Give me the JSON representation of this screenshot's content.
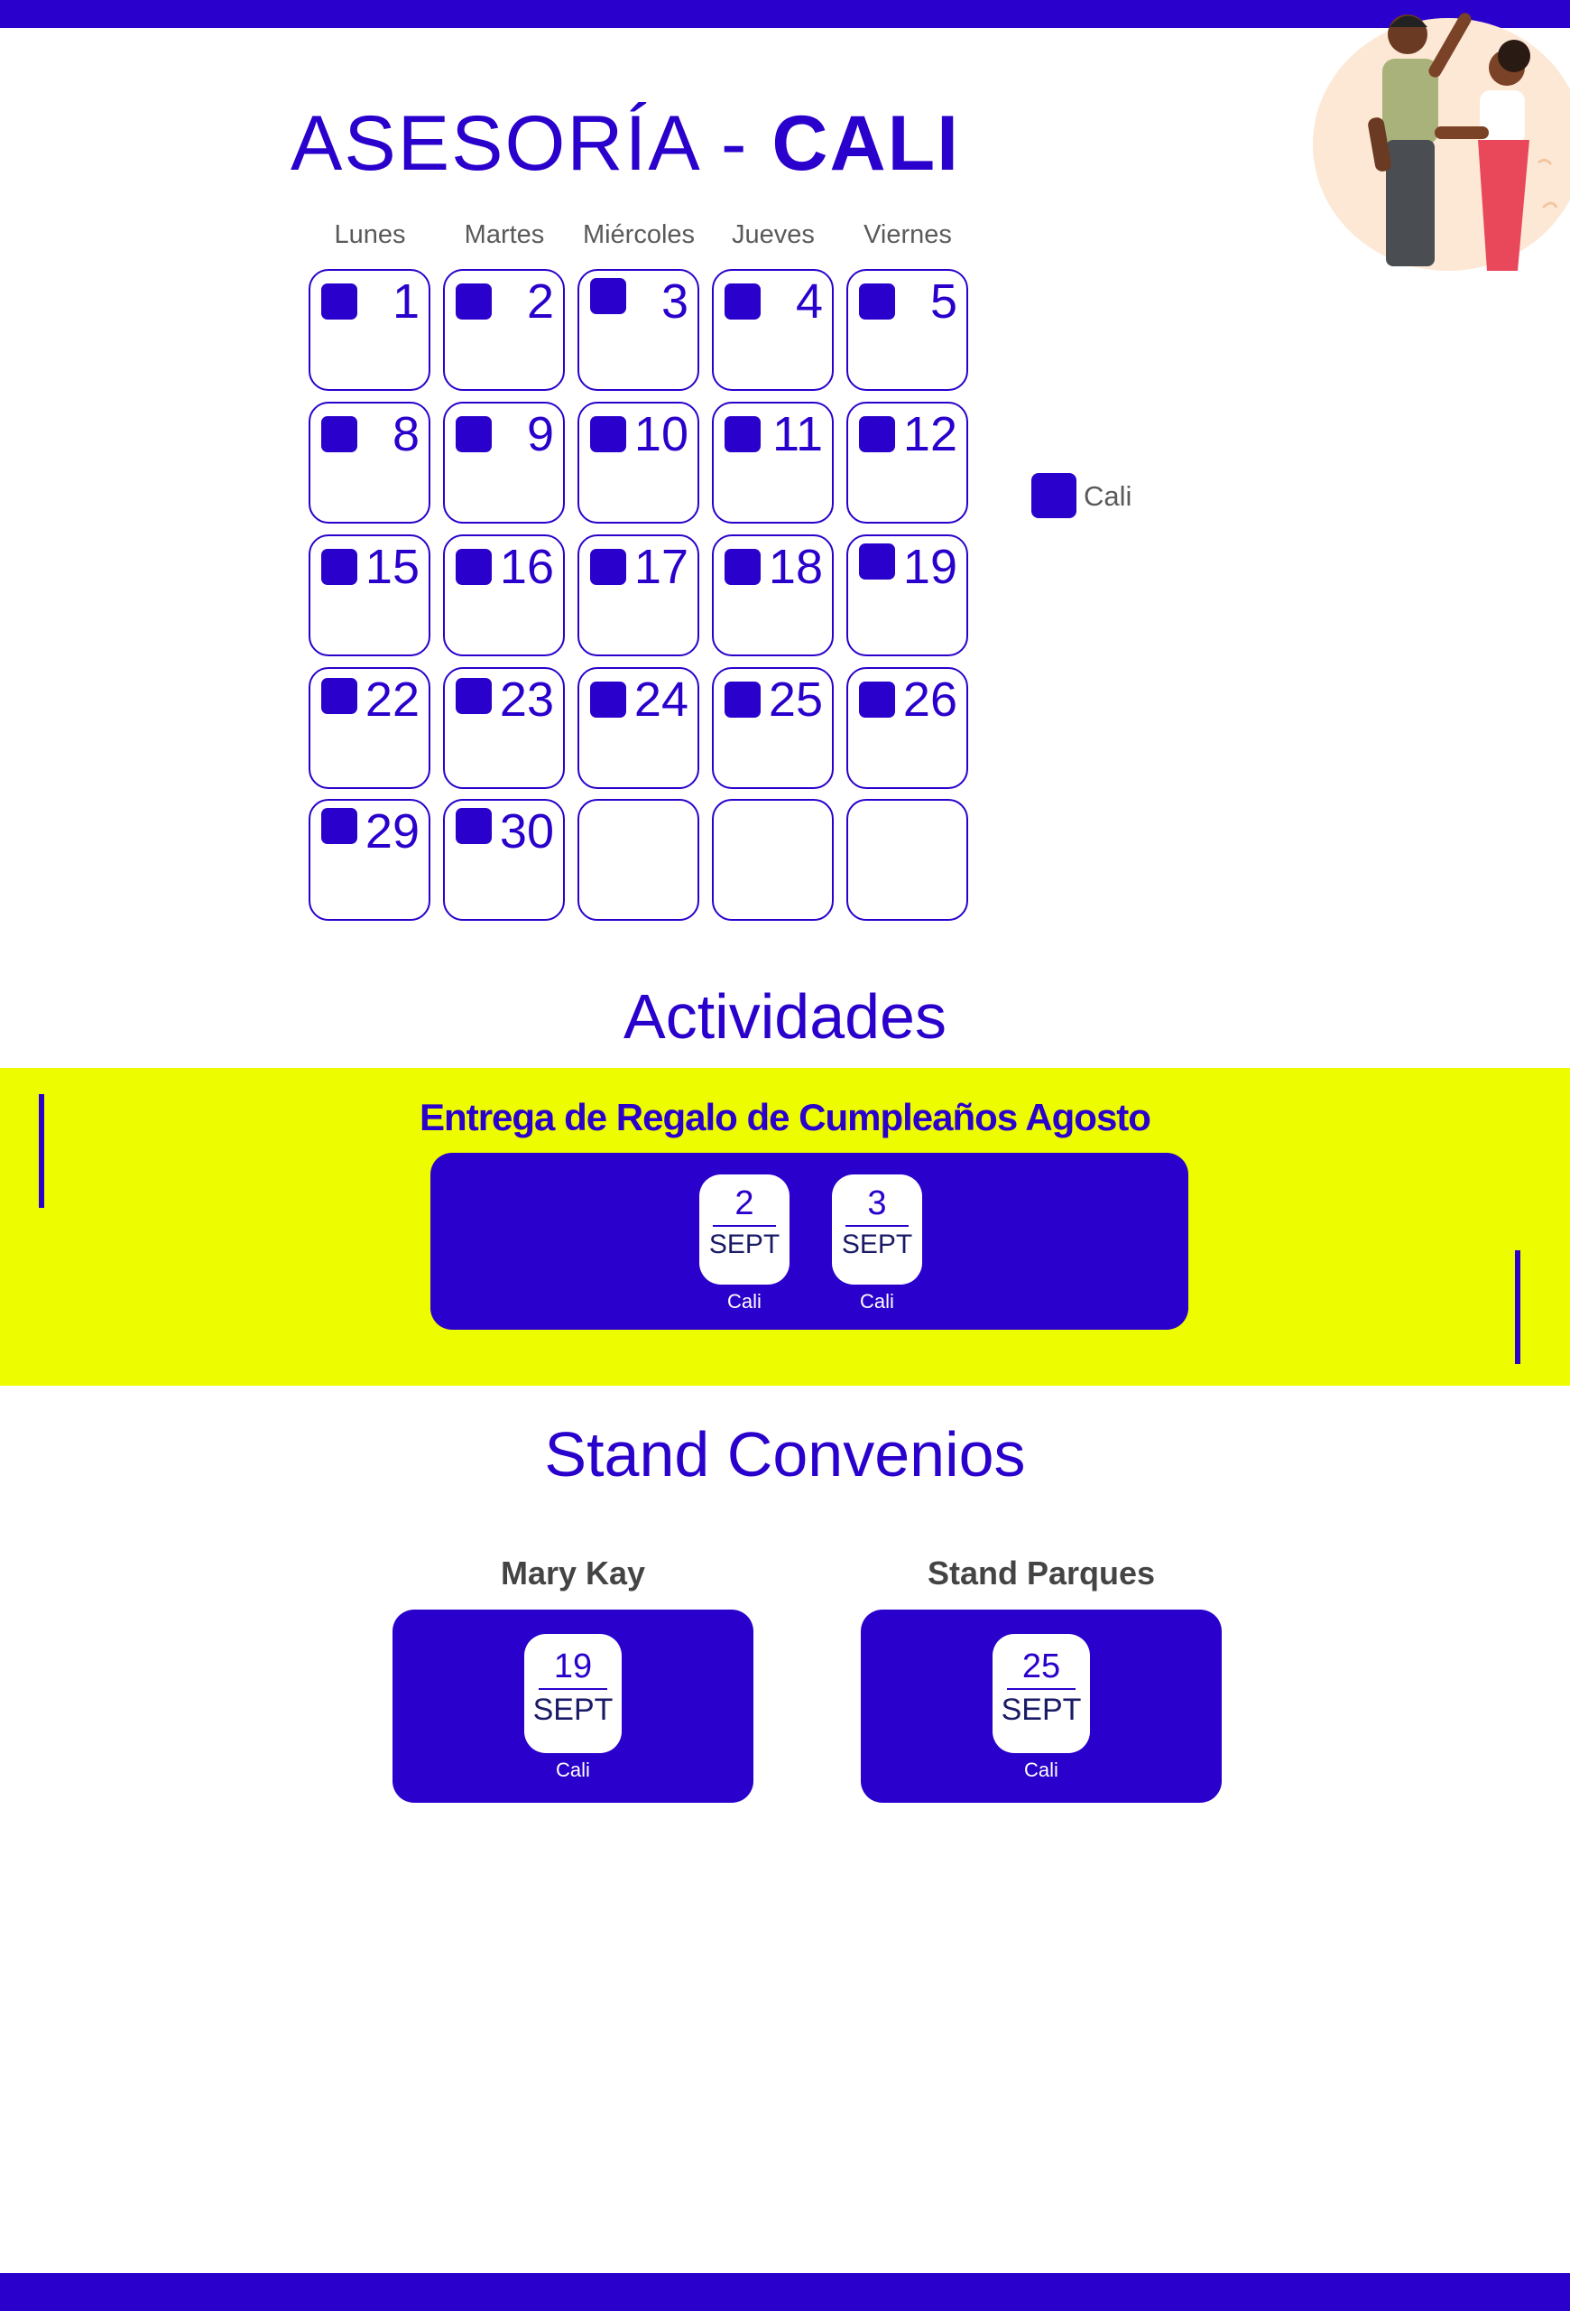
{
  "header": {
    "title_light": "ASESORÍA - ",
    "title_bold": "CALI"
  },
  "calendar": {
    "weekdays": [
      "Lunes",
      "Martes",
      "Miércoles",
      "Jueves",
      "Viernes"
    ],
    "weeks": [
      [
        "1",
        "2",
        "3",
        "4",
        "5"
      ],
      [
        "8",
        "9",
        "10",
        "11",
        "12"
      ],
      [
        "15",
        "16",
        "17",
        "18",
        "19"
      ],
      [
        "22",
        "23",
        "24",
        "25",
        "26"
      ],
      [
        "29",
        "30",
        "",
        "",
        ""
      ]
    ]
  },
  "legend": {
    "label": "Cali",
    "color": "#2a00cc"
  },
  "activities": {
    "section_title": "Actividades",
    "event_title": "Entrega de Regalo de Cumpleaños Agosto",
    "dates": [
      {
        "day": "2",
        "month": "SEPT",
        "city": "Cali"
      },
      {
        "day": "3",
        "month": "SEPT",
        "city": "Cali"
      }
    ]
  },
  "stands": {
    "section_title": "Stand Convenios",
    "items": [
      {
        "name": "Mary Kay",
        "day": "19",
        "month": "SEPT",
        "city": "Cali"
      },
      {
        "name": "Stand Parques",
        "day": "25",
        "month": "SEPT",
        "city": "Cali"
      }
    ]
  },
  "colors": {
    "primary": "#2a00cc",
    "highlight": "#eefc00",
    "muted_text": "#5a5a5a"
  }
}
